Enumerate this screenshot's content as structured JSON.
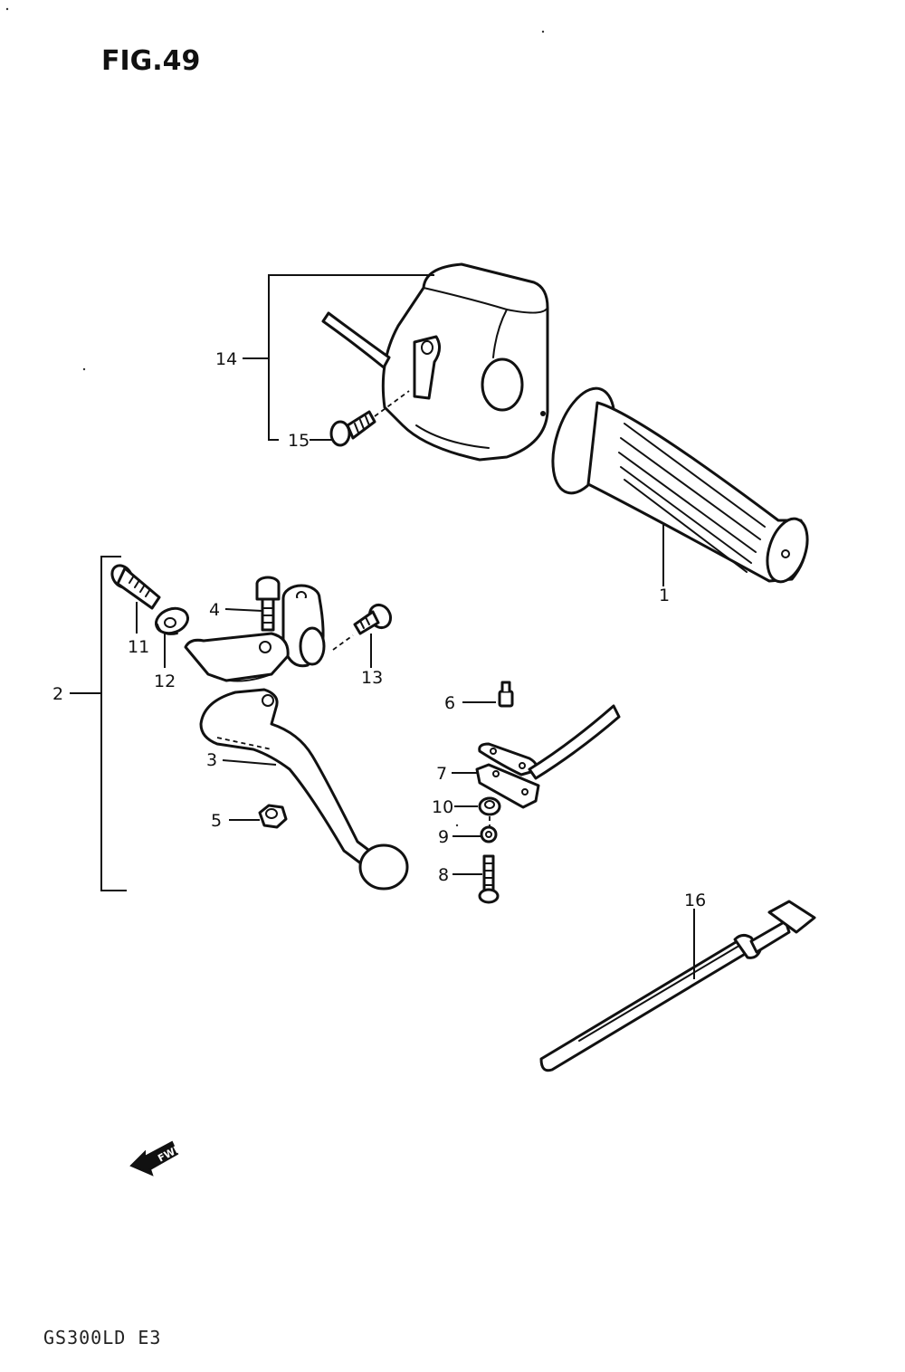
{
  "figure": {
    "title": "FIG.49",
    "model": "GS300LD E3",
    "direction_mark": "FWD"
  },
  "callouts": {
    "p1": "1",
    "p2": "2",
    "p3": "3",
    "p4": "4",
    "p5": "5",
    "p6": "6",
    "p7": "7",
    "p8": "8",
    "p9": "9",
    "p10": "10",
    "p11": "11",
    "p12": "12",
    "p13": "13",
    "p14": "14",
    "p15": "15",
    "p16": "16"
  },
  "icons": [
    "fwd-arrow-icon"
  ]
}
